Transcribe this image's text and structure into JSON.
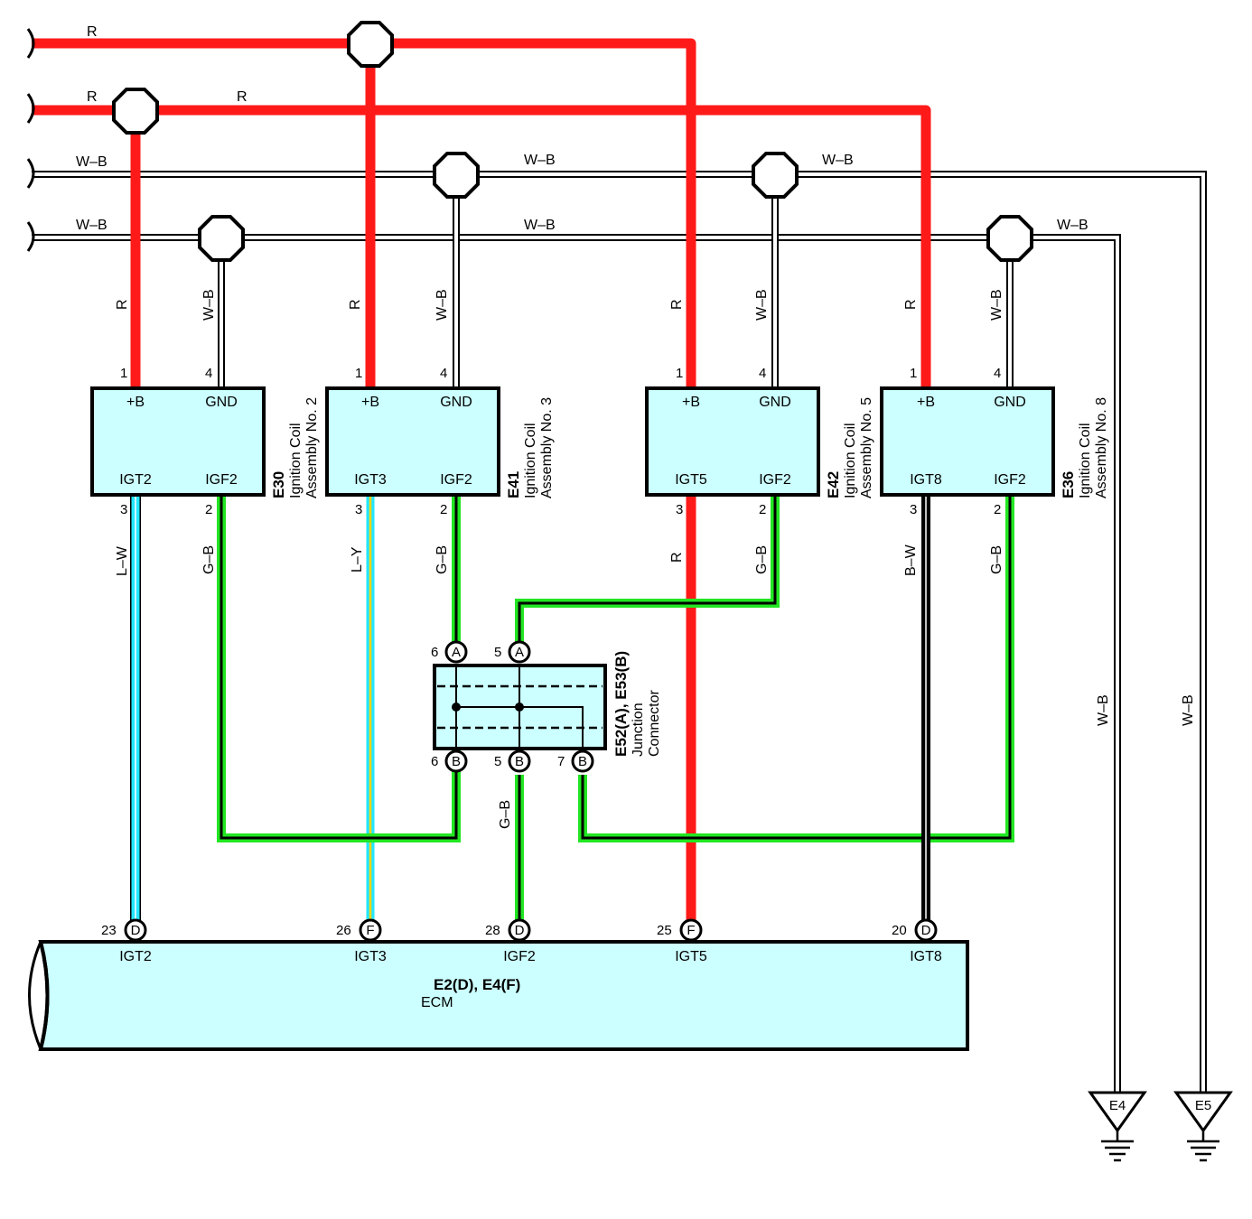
{
  "wire_colors": {
    "R": "#ff1a1a",
    "W-B": "#ffffff",
    "L-W": "#22e6ff",
    "L-Y": "#22e6ff",
    "G-B": "#22e622",
    "B-W": "#111111"
  },
  "wire_labels": {
    "r": "R",
    "wb": "W–B",
    "wb_v": "W–B",
    "r_v": "R",
    "lw": "L–W",
    "ly": "L–Y",
    "gb": "G–B",
    "bw": "B–W"
  },
  "coils": [
    {
      "code": "E30",
      "name": "Ignition Coil",
      "assembly": "Assembly No. 2",
      "pin_b": "+B",
      "pin_gnd": "GND",
      "pin_igt": "IGT2",
      "pin_igf": "IGF2",
      "n_b": "1",
      "n_gnd": "4",
      "n_igt": "3",
      "n_igf": "2"
    },
    {
      "code": "E41",
      "name": "Ignition Coil",
      "assembly": "Assembly No. 3",
      "pin_b": "+B",
      "pin_gnd": "GND",
      "pin_igt": "IGT3",
      "pin_igf": "IGF2",
      "n_b": "1",
      "n_gnd": "4",
      "n_igt": "3",
      "n_igf": "2"
    },
    {
      "code": "E42",
      "name": "Ignition Coil",
      "assembly": "Assembly No. 5",
      "pin_b": "+B",
      "pin_gnd": "GND",
      "pin_igt": "IGT5",
      "pin_igf": "IGF2",
      "n_b": "1",
      "n_gnd": "4",
      "n_igt": "3",
      "n_igf": "2"
    },
    {
      "code": "E36",
      "name": "Ignition Coil",
      "assembly": "Assembly No. 8",
      "pin_b": "+B",
      "pin_gnd": "GND",
      "pin_igt": "IGT8",
      "pin_igf": "IGF2",
      "n_b": "1",
      "n_gnd": "4",
      "n_igt": "3",
      "n_igf": "2"
    }
  ],
  "junction": {
    "code": "E52(A), E53(B)",
    "name": "Junction",
    "name2": "Connector",
    "top_pins": [
      {
        "num": "6",
        "letter": "A"
      },
      {
        "num": "5",
        "letter": "A"
      }
    ],
    "bottom_pins": [
      {
        "num": "6",
        "letter": "B"
      },
      {
        "num": "5",
        "letter": "B"
      },
      {
        "num": "7",
        "letter": "B"
      }
    ]
  },
  "ecm": {
    "code": "E2(D), E4(F)",
    "name": "ECM",
    "pins": [
      {
        "num": "23",
        "letter": "D",
        "label": "IGT2"
      },
      {
        "num": "26",
        "letter": "F",
        "label": "IGT3"
      },
      {
        "num": "28",
        "letter": "D",
        "label": "IGF2"
      },
      {
        "num": "25",
        "letter": "F",
        "label": "IGT5"
      },
      {
        "num": "20",
        "letter": "D",
        "label": "IGT8"
      }
    ]
  },
  "grounds": [
    {
      "label": "E4"
    },
    {
      "label": "E5"
    }
  ]
}
